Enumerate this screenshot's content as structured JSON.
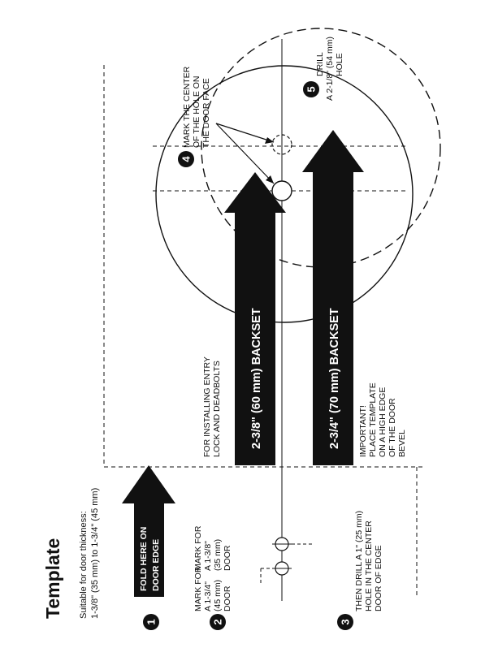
{
  "title": "Template",
  "thickness": {
    "line1": "Suitable for door thickness:",
    "line2": "1-3/8\" (35 mm) to 1-3/4\" (45 mm)"
  },
  "steps": [
    {
      "num": "1",
      "lines": []
    },
    {
      "num": "2",
      "lines": []
    },
    {
      "num": "3",
      "lines": [
        "THEN DRILL A 1\" (25 mm)",
        "HOLE IN THE CENTER",
        "DOOR OF EDGE"
      ]
    },
    {
      "num": "4",
      "lines": [
        "MARK THE CENTER",
        "OF THE HOLE ON",
        "THE DOOR FACE"
      ]
    },
    {
      "num": "5",
      "lines": [
        "DRILL",
        "A 2-1/8\" (54 mm)",
        "HOLE"
      ]
    }
  ],
  "fold": {
    "lines": [
      "FOLD HERE ON",
      "DOOR EDGE"
    ]
  },
  "mark_175": {
    "lines": [
      "MARK FOR",
      "A 1-3/4\"",
      "(45 mm)",
      "DOOR"
    ]
  },
  "mark_138": {
    "lines": [
      "MARK FOR",
      "A 1-3/8\"",
      "(35 mm)",
      "DOOR"
    ]
  },
  "entry": {
    "lines": [
      "FOR INSTALLING ENTRY",
      "LOCK AND DEADBOLTS"
    ]
  },
  "important": {
    "lines": [
      "IMPORTANT!",
      "PLACE TEMPLATE",
      "ON A HIGH EDGE",
      "OF THE DOOR",
      "BEVEL"
    ]
  },
  "backset_60": "2-3/8\" (60 mm) BACKSET",
  "backset_70": "2-3/4\" (70 mm) BACKSET",
  "colors": {
    "ink": "#111111",
    "paper": "#ffffff"
  }
}
